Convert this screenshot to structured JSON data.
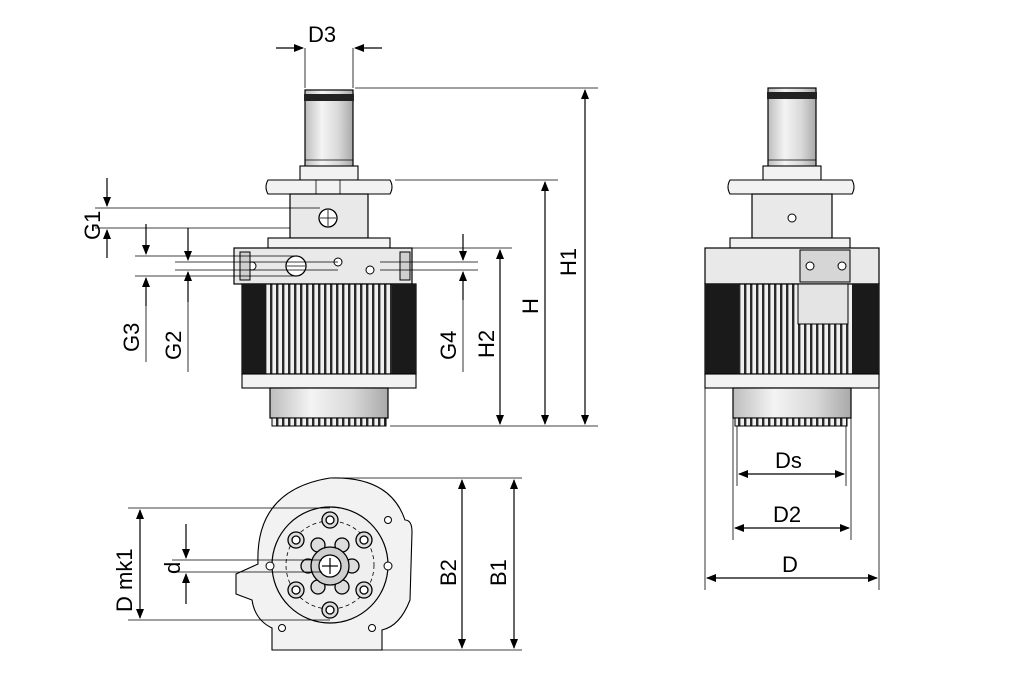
{
  "labels": {
    "d3": "D3",
    "g1": "G1",
    "g3": "G3",
    "g2": "G2",
    "g4": "G4",
    "h2": "H2",
    "h": "H",
    "h1": "H1",
    "ds": "Ds",
    "d2": "D2",
    "d": "D",
    "dmk1": "D mk1",
    "d_small": "d",
    "b2": "B2",
    "b1": "B1"
  }
}
